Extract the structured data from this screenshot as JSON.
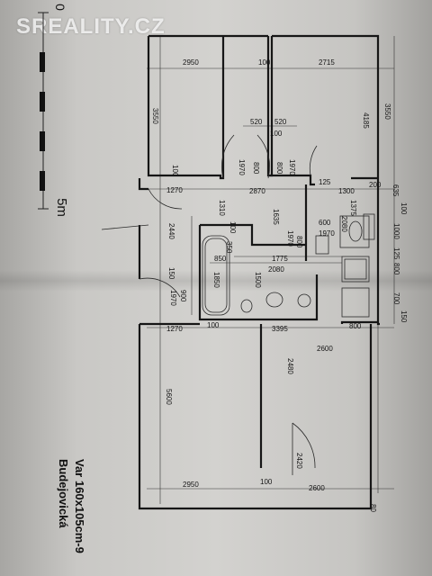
{
  "watermark": "SREALITY.CZ",
  "scale": {
    "zero": "0",
    "end": "5m"
  },
  "notes": [
    "Var 160x105cm-9",
    "Budejovická"
  ],
  "dimensions": {
    "d2950_top": "2950",
    "d100_top": "100",
    "d2715": "2715",
    "d3550_left": "3550",
    "d3550_right": "3550",
    "d4185": "4185",
    "d520a": "520",
    "d520b": "520",
    "d100_mid": "100",
    "d1970a": "1970",
    "d800a": "800",
    "d800b": "800",
    "d1970b": "1970",
    "d100_side": "100",
    "d1270_top": "1270",
    "d2870": "2870",
    "d125a": "125",
    "d1300": "1300",
    "d200": "200",
    "d635": "635",
    "d100_r": "100",
    "d1310": "1310",
    "d100_b": "100",
    "d1635": "1635",
    "d1375": "1375",
    "d2080a": "2080",
    "d600": "600",
    "d1970c": "1970",
    "d800c": "800",
    "d1970d": "1970",
    "d1000": "1000",
    "d2440": "2440",
    "d350": "350",
    "d1775": "1775",
    "d2080b": "2080",
    "d850": "850",
    "d125b": "125",
    "d150a": "150",
    "d1850": "1850",
    "d1500": "1500",
    "d800d": "800",
    "d900": "900",
    "d1970e": "1970",
    "d700": "700",
    "d150b": "150",
    "d1270_bot": "1270",
    "d100_bot": "100",
    "d3395": "3395",
    "d800e": "800",
    "d2600a": "2600",
    "d2480": "2480",
    "d5600": "5600",
    "d2420": "2420",
    "d2950_bot": "2950",
    "d100_bot2": "100",
    "d2600b": "2600",
    "d80": "80"
  }
}
